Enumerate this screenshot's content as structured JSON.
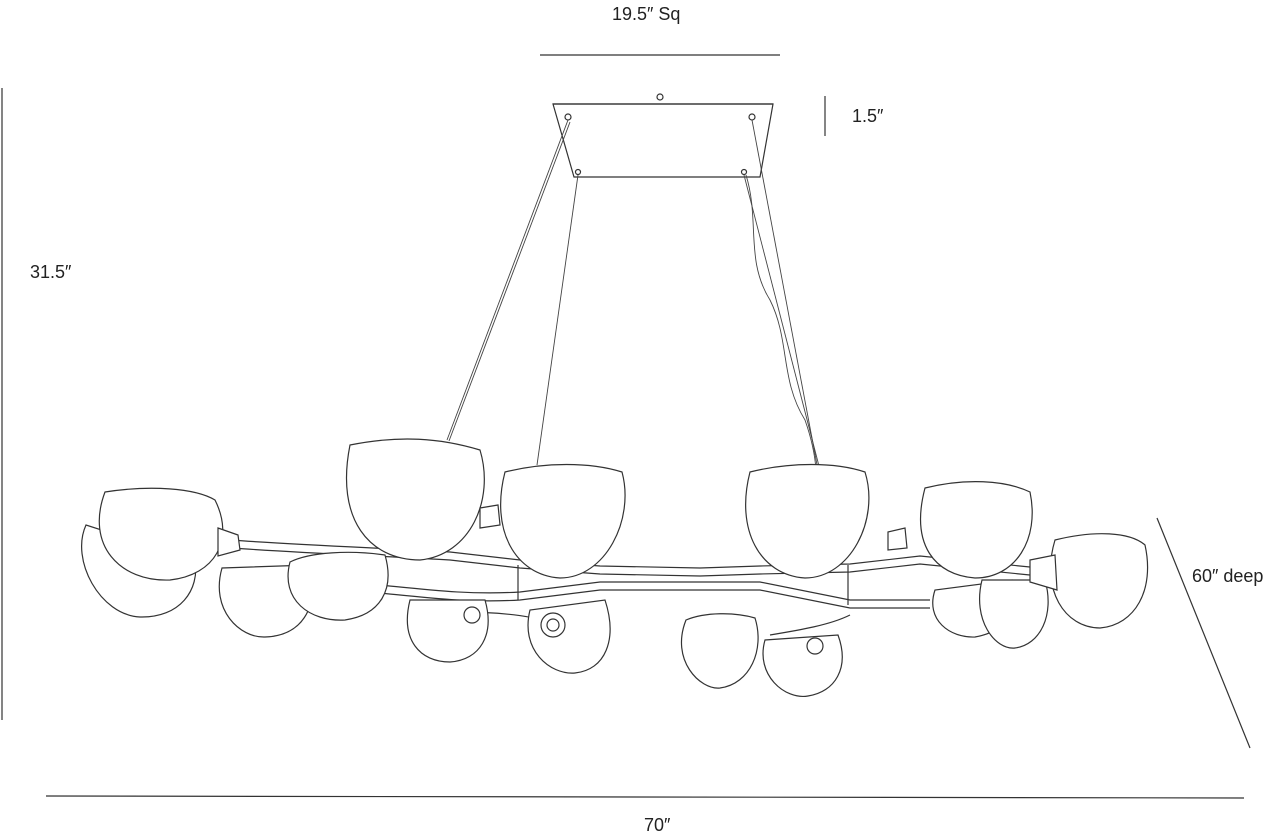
{
  "dimensions": {
    "canopy_width": "19.5″ Sq",
    "canopy_height": "1.5″",
    "overall_height": "31.5″",
    "depth": "60″ deep",
    "width": "70″"
  }
}
